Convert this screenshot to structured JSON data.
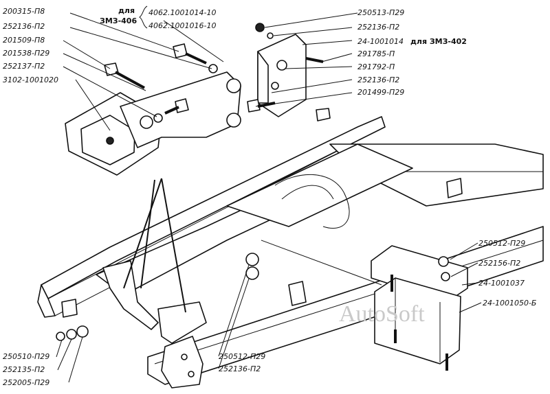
{
  "labels": {
    "l01": "200315-П8",
    "l02": "252136-П2",
    "l03": "201509-П8",
    "l04": "201538-П29",
    "l05": "252137-П2",
    "l06": "3102-1001020",
    "l07": "250513-П29",
    "l08": "252136-П2",
    "l09": "24-1001014",
    "l10": "291785-П",
    "l11": "291792-П",
    "l12": "252136-П2",
    "l13": "201499-П29",
    "l14": "250512-П29",
    "l15": "252156-П2",
    "l16": "24-1001037",
    "l17": "24-1001050-Б",
    "l18": "250510-П29",
    "l19": "252135-П2",
    "l20": "252005-П29",
    "l21": "250512-П29",
    "l22": "252136-П2"
  },
  "notes": {
    "zmz406_top": "для",
    "zmz406_bottom": "ЗМЗ-406",
    "variant1": "4062.1001014-10",
    "variant2": "4062.1001016-10",
    "zmz402": "для ЗМЗ-402"
  },
  "watermark": "AutoSoft"
}
